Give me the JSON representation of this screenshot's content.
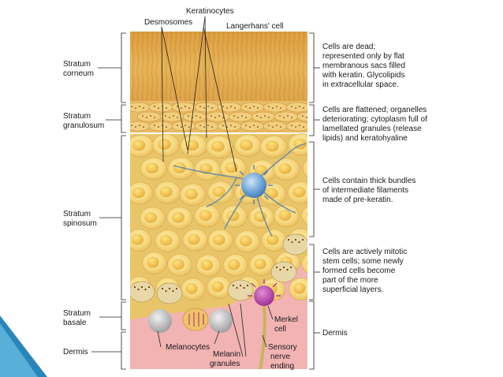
{
  "left_labels": {
    "corneum": [
      "Stratum",
      "corneum"
    ],
    "granulosum": [
      "Stratum",
      "granulosum"
    ],
    "spinosum": [
      "Stratum",
      "spinosum"
    ],
    "basale": [
      "Stratum",
      "basale"
    ],
    "dermis": "Dermis"
  },
  "top_labels": {
    "keratinocytes": "Keratinocytes",
    "desmosomes": "Desmosomes",
    "langerhans": "Langerhans' cell"
  },
  "bottom_labels": {
    "melanocytes": "Melanocytes",
    "melanin": [
      "Melanin",
      "granules"
    ],
    "merkel": [
      "Merkel",
      "cell"
    ],
    "sensory": [
      "Sensory",
      "nerve",
      "ending"
    ]
  },
  "right_descriptions": {
    "corneum": [
      "Cells are dead;",
      "represented only by flat",
      "membranous sacs filled",
      "with keratin. Glycolipids",
      "in extracellular space."
    ],
    "granulosum": [
      "Cells are flattened; organelles",
      "deteriorating; cytoplasm full of",
      "lamellated granules (release",
      "lipids) and keratohyaline"
    ],
    "spinosum": [
      "Cells contain thick bundles",
      "of intermediate filaments",
      "made of pre-keratin."
    ],
    "basale": [
      "Cells are actively mitotic",
      "stem cells; some newly",
      "formed cells become",
      "part of the more",
      "superficial layers."
    ],
    "dermis": "Dermis"
  }
}
